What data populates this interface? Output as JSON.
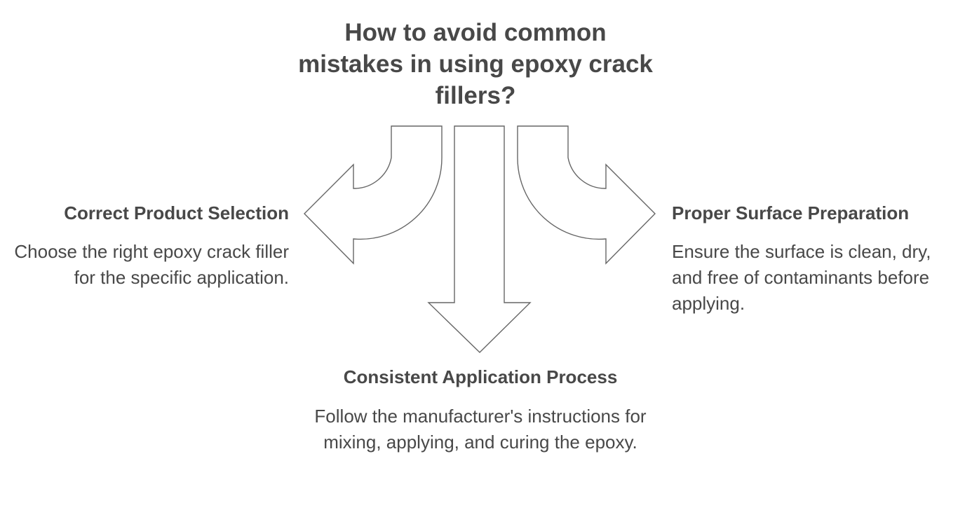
{
  "title": "How to avoid common mistakes in using epoxy crack fillers?",
  "colors": {
    "text": "#484848",
    "arrow_stroke": "#666666",
    "arrow_fill": "#ffffff",
    "background": "#ffffff"
  },
  "branches": [
    {
      "direction": "left",
      "icon": "curved-arrow-left",
      "heading": "Correct Product Selection",
      "description": "Choose the right epoxy crack filler for the specific application."
    },
    {
      "direction": "down",
      "icon": "arrow-down",
      "heading": "Consistent Application Process",
      "description": "Follow the manufacturer's instructions for mixing, applying, and curing the epoxy."
    },
    {
      "direction": "right",
      "icon": "curved-arrow-right",
      "heading": "Proper Surface Preparation",
      "description": "Ensure the surface is clean, dry, and free of contaminants before applying."
    }
  ]
}
